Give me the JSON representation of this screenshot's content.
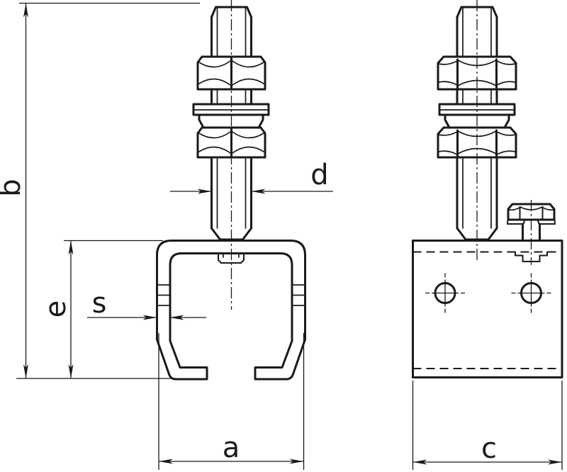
{
  "drawing": {
    "kind": "technical-dimension-drawing",
    "dimension_labels": {
      "a": "a",
      "b": "b",
      "c": "c",
      "d": "d",
      "e": "e",
      "s": "s"
    },
    "colors": {
      "line": "#1a1a1a",
      "background": "#ffffff"
    }
  }
}
